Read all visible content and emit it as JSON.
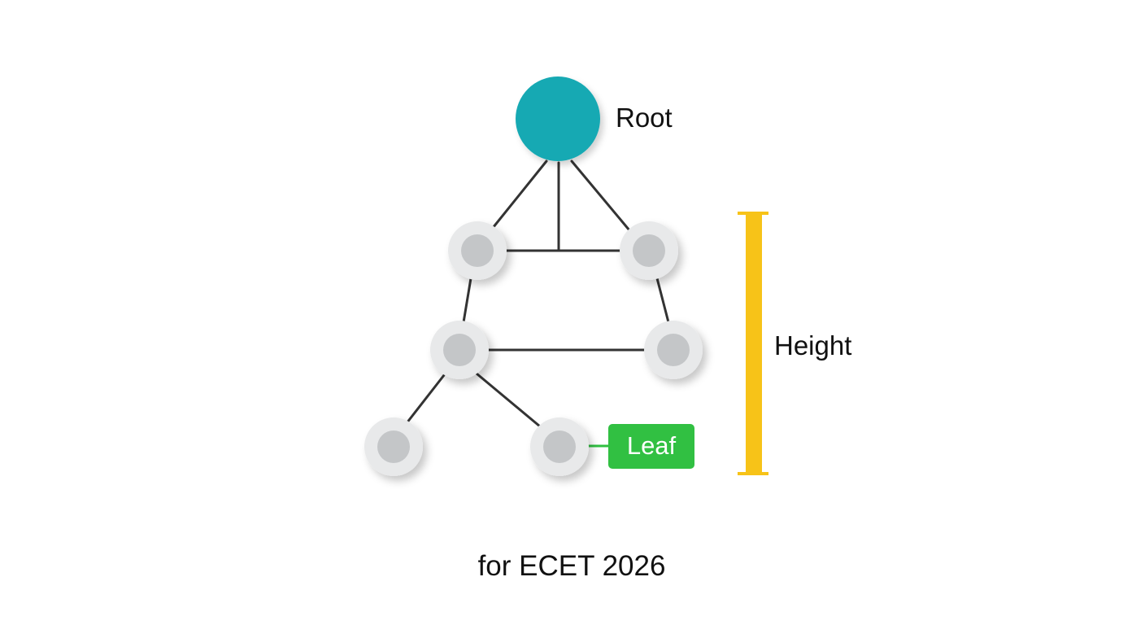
{
  "diagram": {
    "root_label": "Root",
    "height_label": "Height",
    "leaf_label": "Leaf",
    "caption": "for ECET 2026"
  },
  "colors": {
    "root": "#17a9b3",
    "node_ring": "#e8e9ea",
    "node_core": "#c4c6c8",
    "edge": "#333333",
    "height_bar": "#f7c318",
    "leaf_badge": "#31c042",
    "leaf_text": "#ffffff"
  }
}
